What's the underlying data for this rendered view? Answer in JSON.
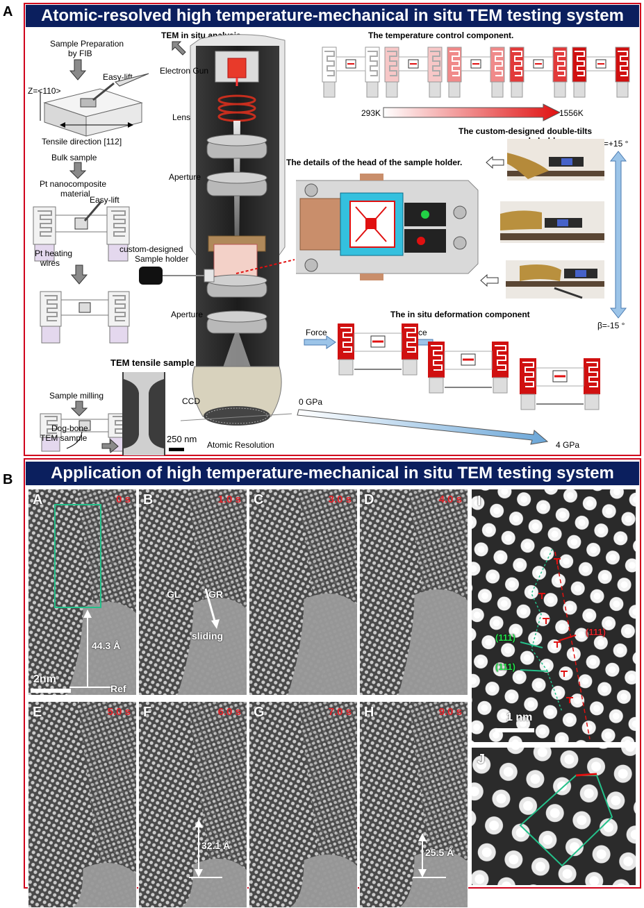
{
  "panelA": {
    "letter": "A",
    "title": "Atomic-resolved high temperature-mechanical in situ TEM testing system",
    "left_column": {
      "sample_prep": "Sample Preparation",
      "by_fib": "by FIB",
      "easy_lift_1": "Easy-lift",
      "z_axis": "Z=<110>",
      "tensile_direction": "Tensile direction [112]",
      "bulk_sample": "Bulk sample",
      "pt_nano_1": "Pt nanocomposite",
      "pt_nano_2": "material",
      "easy_lift_2": "Easy-lift",
      "pt_heating_1": "Pt heating",
      "pt_heating_2": "wires",
      "sample_milling": "Sample milling",
      "dog_bone_1": "Dog-bone",
      "dog_bone_2": "TEM sample",
      "tensile_sample_title": "TEM tensile sample",
      "scale_250": "250 nm"
    },
    "column": {
      "tem_insitu": "TEM in situ analysis",
      "electron_gun": "Electron Gun",
      "lens": "Lens",
      "aperture_1": "Aperture",
      "holder_1": "custom-designed",
      "holder_2": "Sample holder",
      "aperture_2": "Aperture",
      "ccd": "CCD",
      "atomic_resolution": "Atomic Resolution"
    },
    "right": {
      "temp_component": "The temperature control component.",
      "temp_low": "293K",
      "temp_high": "1556K",
      "holder_title_1": "The custom-designed double-tilts",
      "holder_title_2": "ample holder",
      "beta_plus": "β=+15 °",
      "beta_minus": "β=-15 °",
      "head_details": "The details of the head of the sample holder.",
      "deformation": "The in situ deformation component",
      "force_left": "Force",
      "force_right": "Force",
      "gpa_0": "0 GPa",
      "gpa_4": "4 GPa"
    }
  },
  "panelB": {
    "letter": "B",
    "title": "Application of high temperature-mechanical in situ TEM testing system",
    "frames": [
      {
        "letter": "A",
        "time": "0 s"
      },
      {
        "letter": "B",
        "time": "1.0 s"
      },
      {
        "letter": "C",
        "time": "3.0 s"
      },
      {
        "letter": "D",
        "time": "4.0 s"
      },
      {
        "letter": "E",
        "time": "5.0 s"
      },
      {
        "letter": "F",
        "time": "6.0 s"
      },
      {
        "letter": "G",
        "time": "7.0 s"
      },
      {
        "letter": "H",
        "time": "9.0 s"
      }
    ],
    "frame_a_dist": "44.3 Å",
    "frame_a_scale": "2nm",
    "frame_a_ref": "Ref",
    "frame_b_gl": "GL",
    "frame_b_gr": "GR",
    "frame_b_sliding": "sliding",
    "frame_f_dist": "32.1 Å",
    "frame_h_dist": "25.5 Å",
    "panel_i": {
      "letter": "I",
      "plane_1": "(111)",
      "plane_2": "(111)",
      "plane_3": "(111)",
      "scale": "1 nm"
    },
    "panel_j": {
      "letter": "J"
    }
  }
}
